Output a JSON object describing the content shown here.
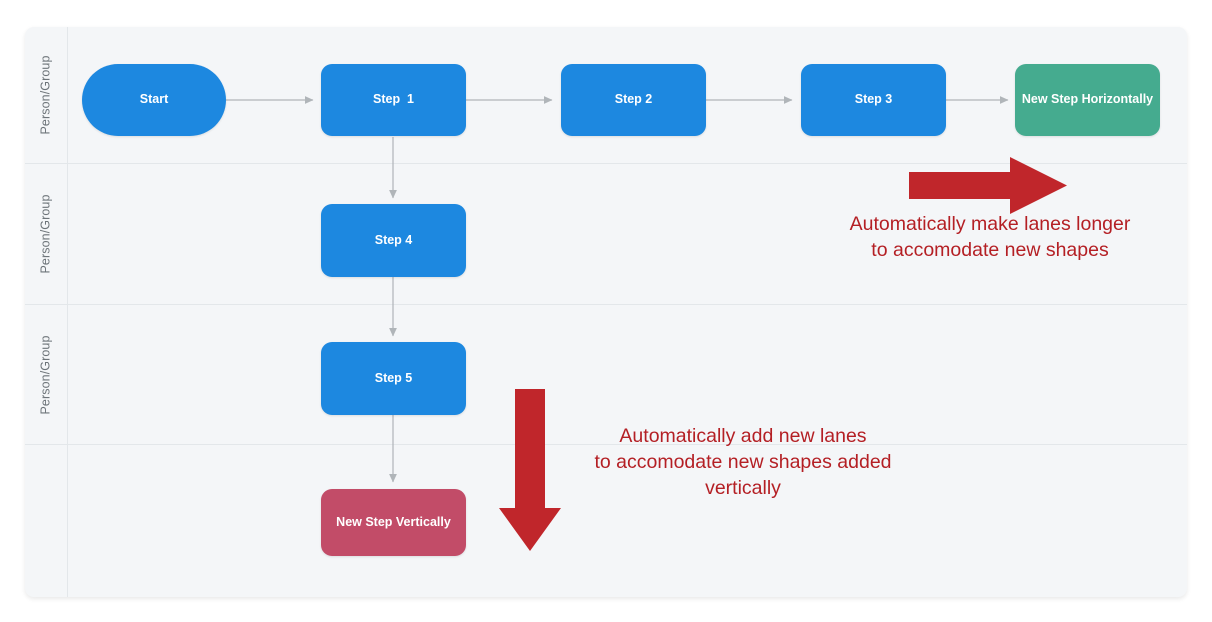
{
  "diagram": {
    "type": "swimlane-flowchart",
    "background_color": "#ffffff",
    "lane_background_color": "#f4f6f8",
    "lane_border_color": "#e3e7ea",
    "connector_color": "#b0b5b9",
    "lanes": [
      {
        "label": "Person/Group"
      },
      {
        "label": "Person/Group"
      },
      {
        "label": "Person/Group"
      },
      {
        "label": ""
      }
    ],
    "nodes": [
      {
        "id": "start",
        "label": "Start",
        "shape": "pill",
        "color": "#1d88e0",
        "lane": 0
      },
      {
        "id": "step1",
        "label": "Step  1",
        "shape": "rounded",
        "color": "#1d88e0",
        "lane": 0
      },
      {
        "id": "step2",
        "label": "Step 2",
        "shape": "rounded",
        "color": "#1d88e0",
        "lane": 0
      },
      {
        "id": "step3",
        "label": "Step 3",
        "shape": "rounded",
        "color": "#1d88e0",
        "lane": 0
      },
      {
        "id": "newhoriz",
        "label": "New Step Horizontally",
        "shape": "rounded",
        "color": "#45ab8f",
        "lane": 0
      },
      {
        "id": "step4",
        "label": "Step 4",
        "shape": "rounded",
        "color": "#1d88e0",
        "lane": 1
      },
      {
        "id": "step5",
        "label": "Step 5",
        "shape": "rounded",
        "color": "#1d88e0",
        "lane": 2
      },
      {
        "id": "newvert",
        "label": "New Step Vertically",
        "shape": "rounded",
        "color": "#c24c68",
        "lane": 3
      }
    ],
    "connectors": [
      {
        "from": "start",
        "to": "step1",
        "direction": "horizontal"
      },
      {
        "from": "step1",
        "to": "step2",
        "direction": "horizontal"
      },
      {
        "from": "step2",
        "to": "step3",
        "direction": "horizontal"
      },
      {
        "from": "step3",
        "to": "newhoriz",
        "direction": "horizontal"
      },
      {
        "from": "step1",
        "to": "step4",
        "direction": "vertical"
      },
      {
        "from": "step4",
        "to": "step5",
        "direction": "vertical"
      },
      {
        "from": "step5",
        "to": "newvert",
        "direction": "vertical"
      }
    ],
    "annotations": [
      {
        "id": "horizontal-note",
        "text": "Automatically make lanes longer\nto accomodate new shapes",
        "color": "#b41f24",
        "arrow_direction": "right"
      },
      {
        "id": "vertical-note",
        "text": "Automatically add new lanes\nto accomodate new shapes added\nvertically",
        "color": "#b41f24",
        "arrow_direction": "down"
      }
    ]
  }
}
